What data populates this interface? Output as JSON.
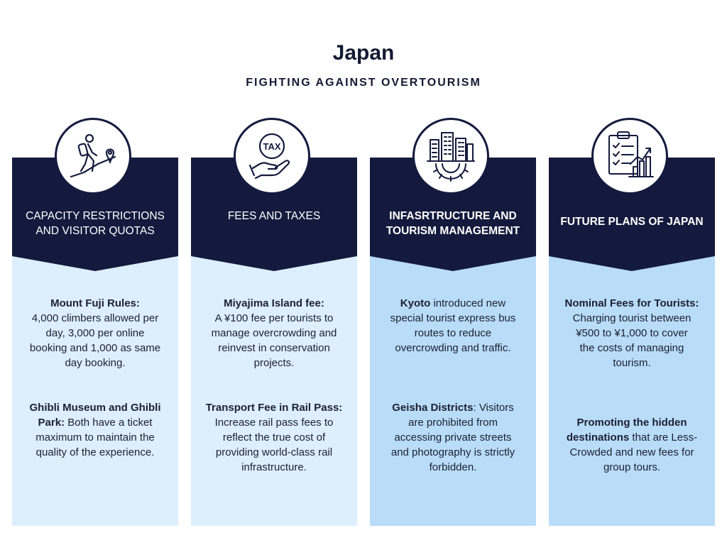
{
  "header": {
    "title": "Japan",
    "subtitle": "FIGHTING AGAINST OVERTOURISM"
  },
  "colors": {
    "header_bg": "#141a3d",
    "body_light": "#ddeefc",
    "body_mid": "#b9dcf8"
  },
  "columns": [
    {
      "icon": "hiker-location-icon",
      "heading_lines": [
        "CAPACITY RESTRICTIONS",
        "AND VISITOR QUOTAS"
      ],
      "items": [
        {
          "bold": "Mount Fuji Rules:",
          "text_lines": [
            "4,000 climbers allowed per",
            "day, 3,000 per online",
            "booking and 1,000 as same",
            "day booking."
          ]
        },
        {
          "bold_lines": [
            "Ghibli Museum and Ghibli",
            "Park:"
          ],
          "inline_after_bold": "Both have a ticket",
          "text_lines": [
            "maximum to maintain the",
            "quality of the experience."
          ]
        }
      ]
    },
    {
      "icon": "tax-hand-icon",
      "icon_label": "TAX",
      "heading_lines": [
        "FEES AND TAXES"
      ],
      "items": [
        {
          "bold": "Miyajima Island fee:",
          "text_lines": [
            "A ¥100 fee per tourists to",
            "manage overcrowding and",
            "reinvest in conservation",
            "projects."
          ]
        },
        {
          "bold": "Transport Fee in Rail Pass:",
          "text_lines": [
            "Increase rail pass fees to",
            "reflect the true cost of",
            "providing world-class rail",
            "infrastructure."
          ]
        }
      ]
    },
    {
      "icon": "city-gear-icon",
      "heading_lines": [
        "INFASRTRUCTURE AND",
        "TOURISM MANAGEMENT"
      ],
      "items": [
        {
          "bold": "Kyoto",
          "inline_after_bold": " introduced new",
          "text_lines": [
            "special tourist express bus",
            "routes  to reduce",
            "overcrowding and traffic."
          ]
        },
        {
          "bold": "Geisha Districts",
          "inline_after_bold": ": Visitors",
          "text_lines": [
            "are prohibited from",
            "accessing private streets",
            "and photography is strictly",
            "forbidden."
          ]
        }
      ]
    },
    {
      "icon": "clipboard-chart-icon",
      "heading_lines": [
        "FUTURE PLANS OF JAPAN"
      ],
      "items": [
        {
          "bold": "Nominal Fees for Tourists:",
          "text_lines": [
            "Charging tourist between",
            "¥500 to ¥1,000 to cover",
            "the costs of managing",
            "tourism."
          ]
        },
        {
          "bold_lines": [
            "Promoting the hidden",
            "destinations"
          ],
          "inline_after_bold": " that are  Less-",
          "text_lines": [
            "Crowded and new fees for",
            "group tours."
          ]
        }
      ]
    }
  ]
}
